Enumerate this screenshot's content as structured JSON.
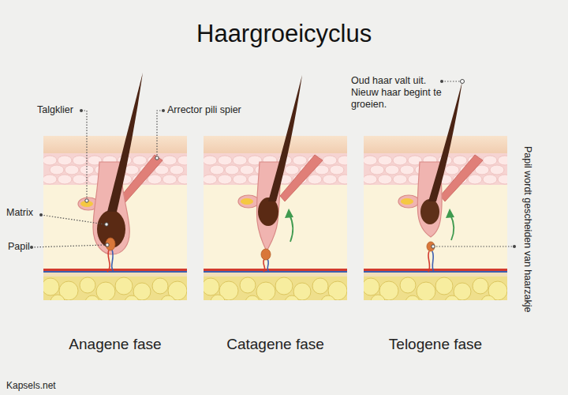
{
  "diagram": {
    "title": "Haargroeicyclus",
    "nodes": [
      {
        "text": [
          "Anagene fase"
        ]
      },
      {
        "text": [
          "Catagene fase"
        ]
      },
      {
        "text": [
          "Telogene fase"
        ]
      }
    ],
    "labels": [
      "Talgklier",
      "Arrector pili spier",
      "Matrix",
      "Papil",
      "Oud haar valt uit. Nieuw haar begint te groeien.",
      "Papil wordt gescheiden van haarzakje",
      "Kapsels.net"
    ]
  }
}
